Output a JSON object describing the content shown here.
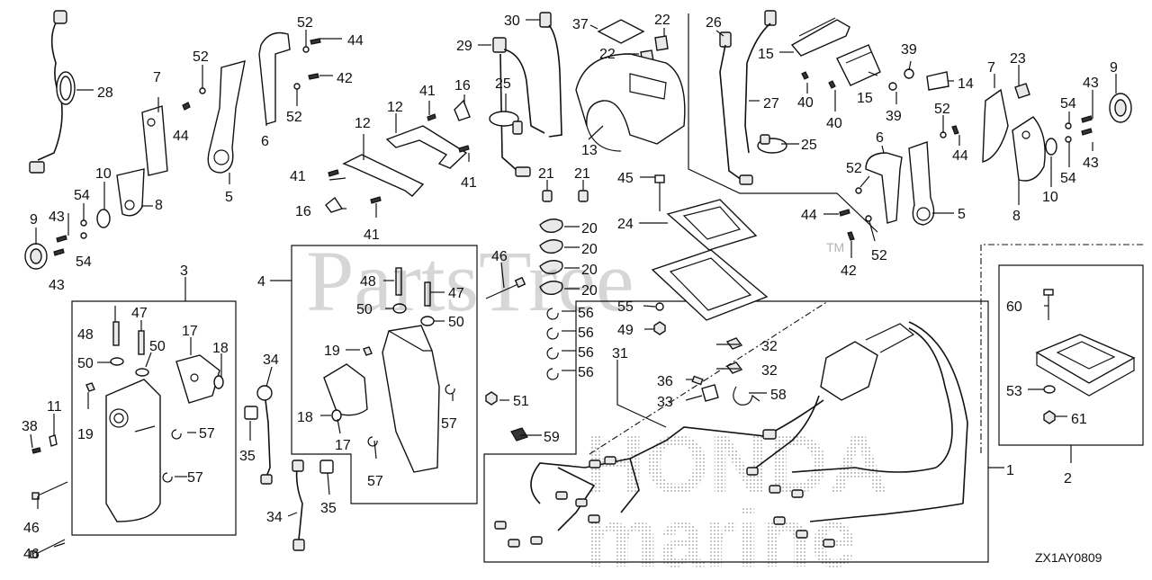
{
  "diagram": {
    "drawing_code": "ZX1AY0809",
    "watermark": {
      "text": "PartsTree",
      "trademark": "TM",
      "brand_lines": [
        "HONDA",
        "marine"
      ]
    },
    "callouts": [
      {
        "id": "c28",
        "text": "28"
      },
      {
        "id": "c7a",
        "text": "7"
      },
      {
        "id": "c52a",
        "text": "52"
      },
      {
        "id": "c44a",
        "text": "44"
      },
      {
        "id": "c5a",
        "text": "5"
      },
      {
        "id": "c6a",
        "text": "6"
      },
      {
        "id": "c52b",
        "text": "52"
      },
      {
        "id": "c44b",
        "text": "44"
      },
      {
        "id": "c42a",
        "text": "42"
      },
      {
        "id": "c52c",
        "text": "52"
      },
      {
        "id": "c10a",
        "text": "10"
      },
      {
        "id": "c8a",
        "text": "8"
      },
      {
        "id": "c54a",
        "text": "54"
      },
      {
        "id": "c43a",
        "text": "43"
      },
      {
        "id": "c9a",
        "text": "9"
      },
      {
        "id": "c54b",
        "text": "54"
      },
      {
        "id": "c43b",
        "text": "43"
      },
      {
        "id": "c12a",
        "text": "12"
      },
      {
        "id": "c12b",
        "text": "12"
      },
      {
        "id": "c41a",
        "text": "41"
      },
      {
        "id": "c16a",
        "text": "16"
      },
      {
        "id": "c41b",
        "text": "41"
      },
      {
        "id": "c41c",
        "text": "41"
      },
      {
        "id": "c16b",
        "text": "16"
      },
      {
        "id": "c41d",
        "text": "41"
      },
      {
        "id": "c30",
        "text": "30"
      },
      {
        "id": "c29",
        "text": "29"
      },
      {
        "id": "c25a",
        "text": "25"
      },
      {
        "id": "c37",
        "text": "37"
      },
      {
        "id": "c22a",
        "text": "22"
      },
      {
        "id": "c22b",
        "text": "22"
      },
      {
        "id": "c13",
        "text": "13"
      },
      {
        "id": "c21a",
        "text": "21"
      },
      {
        "id": "c21b",
        "text": "21"
      },
      {
        "id": "c45",
        "text": "45"
      },
      {
        "id": "c20a",
        "text": "20"
      },
      {
        "id": "c20b",
        "text": "20"
      },
      {
        "id": "c20c",
        "text": "20"
      },
      {
        "id": "c20d",
        "text": "20"
      },
      {
        "id": "c24",
        "text": "24"
      },
      {
        "id": "c26",
        "text": "26"
      },
      {
        "id": "c27",
        "text": "27"
      },
      {
        "id": "c25b",
        "text": "25"
      },
      {
        "id": "c15a",
        "text": "15"
      },
      {
        "id": "c15b",
        "text": "15"
      },
      {
        "id": "c40a",
        "text": "40"
      },
      {
        "id": "c40b",
        "text": "40"
      },
      {
        "id": "c39a",
        "text": "39"
      },
      {
        "id": "c39b",
        "text": "39"
      },
      {
        "id": "c14",
        "text": "14"
      },
      {
        "id": "c7b",
        "text": "7"
      },
      {
        "id": "c23",
        "text": "23"
      },
      {
        "id": "c9b",
        "text": "9"
      },
      {
        "id": "c43c",
        "text": "43"
      },
      {
        "id": "c54c",
        "text": "54"
      },
      {
        "id": "c43d",
        "text": "43"
      },
      {
        "id": "c54d",
        "text": "54"
      },
      {
        "id": "c10b",
        "text": "10"
      },
      {
        "id": "c8b",
        "text": "8"
      },
      {
        "id": "c52d",
        "text": "52"
      },
      {
        "id": "c44c",
        "text": "44"
      },
      {
        "id": "c6b",
        "text": "6"
      },
      {
        "id": "c52e",
        "text": "52"
      },
      {
        "id": "c44d",
        "text": "44"
      },
      {
        "id": "c5b",
        "text": "5"
      },
      {
        "id": "c42b",
        "text": "42"
      },
      {
        "id": "c52f",
        "text": "52"
      },
      {
        "id": "c3",
        "text": "3"
      },
      {
        "id": "c48a",
        "text": "48"
      },
      {
        "id": "c47a",
        "text": "47"
      },
      {
        "id": "c17a",
        "text": "17"
      },
      {
        "id": "c50a",
        "text": "50"
      },
      {
        "id": "c18a",
        "text": "18"
      },
      {
        "id": "c50b",
        "text": "50"
      },
      {
        "id": "c11",
        "text": "11"
      },
      {
        "id": "c38",
        "text": "38"
      },
      {
        "id": "c19a",
        "text": "19"
      },
      {
        "id": "c57a",
        "text": "57"
      },
      {
        "id": "c57b",
        "text": "57"
      },
      {
        "id": "c46a",
        "text": "46"
      },
      {
        "id": "c46b",
        "text": "46"
      },
      {
        "id": "c4",
        "text": "4"
      },
      {
        "id": "c48b",
        "text": "48"
      },
      {
        "id": "c47b",
        "text": "47"
      },
      {
        "id": "c50c",
        "text": "50"
      },
      {
        "id": "c50d",
        "text": "50"
      },
      {
        "id": "c19b",
        "text": "19"
      },
      {
        "id": "c18b",
        "text": "18"
      },
      {
        "id": "c17b",
        "text": "17"
      },
      {
        "id": "c57c",
        "text": "57"
      },
      {
        "id": "c57d",
        "text": "57"
      },
      {
        "id": "c34a",
        "text": "34"
      },
      {
        "id": "c35a",
        "text": "35"
      },
      {
        "id": "c34b",
        "text": "34"
      },
      {
        "id": "c35b",
        "text": "35"
      },
      {
        "id": "c46c",
        "text": "46"
      },
      {
        "id": "c56a",
        "text": "56"
      },
      {
        "id": "c56b",
        "text": "56"
      },
      {
        "id": "c56c",
        "text": "56"
      },
      {
        "id": "c56d",
        "text": "56"
      },
      {
        "id": "c55",
        "text": "55"
      },
      {
        "id": "c49",
        "text": "49"
      },
      {
        "id": "c51",
        "text": "51"
      },
      {
        "id": "c59",
        "text": "59"
      },
      {
        "id": "c31",
        "text": "31"
      },
      {
        "id": "c36",
        "text": "36"
      },
      {
        "id": "c33",
        "text": "33"
      },
      {
        "id": "c32a",
        "text": "32"
      },
      {
        "id": "c32b",
        "text": "32"
      },
      {
        "id": "c58",
        "text": "58"
      },
      {
        "id": "c1",
        "text": "1"
      },
      {
        "id": "c60",
        "text": "60"
      },
      {
        "id": "c53",
        "text": "53"
      },
      {
        "id": "c61",
        "text": "61"
      },
      {
        "id": "c2",
        "text": "2"
      }
    ]
  }
}
